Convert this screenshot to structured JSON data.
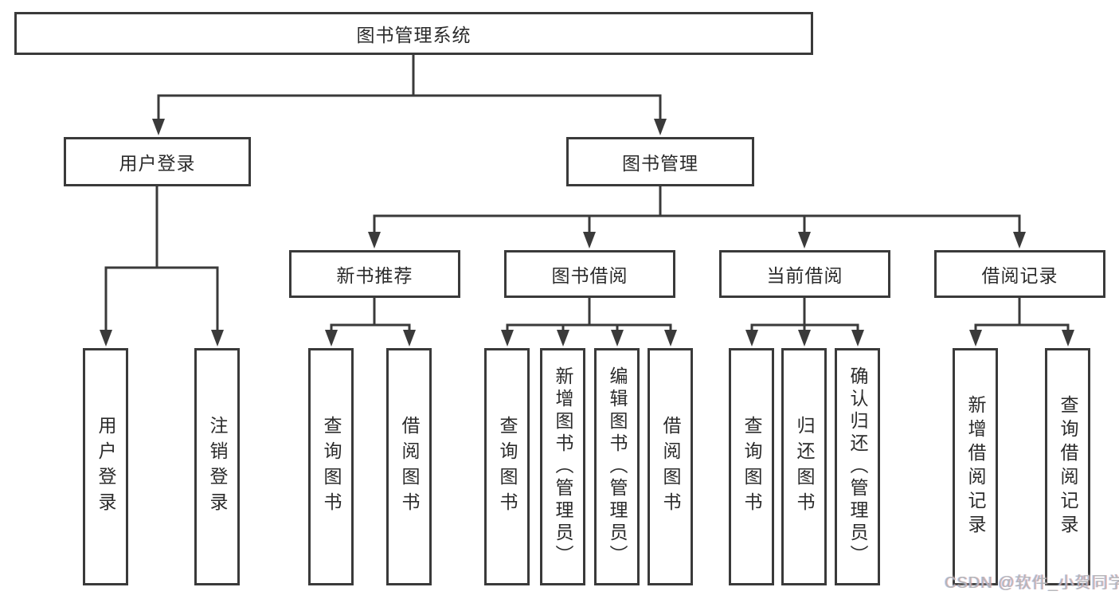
{
  "tree": {
    "root": {
      "label": "图书管理系统",
      "children": [
        {
          "label": "用户登录",
          "children": [
            {
              "label": "用户登录"
            },
            {
              "label": "注销登录"
            }
          ]
        },
        {
          "label": "图书管理",
          "children": [
            {
              "label": "新书推荐",
              "children": [
                {
                  "label": "查询图书"
                },
                {
                  "label": "借阅图书"
                }
              ]
            },
            {
              "label": "图书借阅",
              "children": [
                {
                  "label": "查询图书"
                },
                {
                  "label": "新增图书（管理员）"
                },
                {
                  "label": "编辑图书（管理员）"
                },
                {
                  "label": "借阅图书"
                }
              ]
            },
            {
              "label": "当前借阅",
              "children": [
                {
                  "label": "查询图书"
                },
                {
                  "label": "归还图书"
                },
                {
                  "label": "确认归还（管理员）"
                }
              ]
            },
            {
              "label": "借阅记录",
              "children": [
                {
                  "label": "新增借阅记录"
                },
                {
                  "label": "查询借阅记录"
                }
              ]
            }
          ]
        }
      ]
    }
  },
  "watermark": "CSDN @软件_小贺同学",
  "colors": {
    "line": "#3a3a3a",
    "text": "#2b2b2b",
    "watermark": "#b4b6b9",
    "background": "#ffffff"
  }
}
